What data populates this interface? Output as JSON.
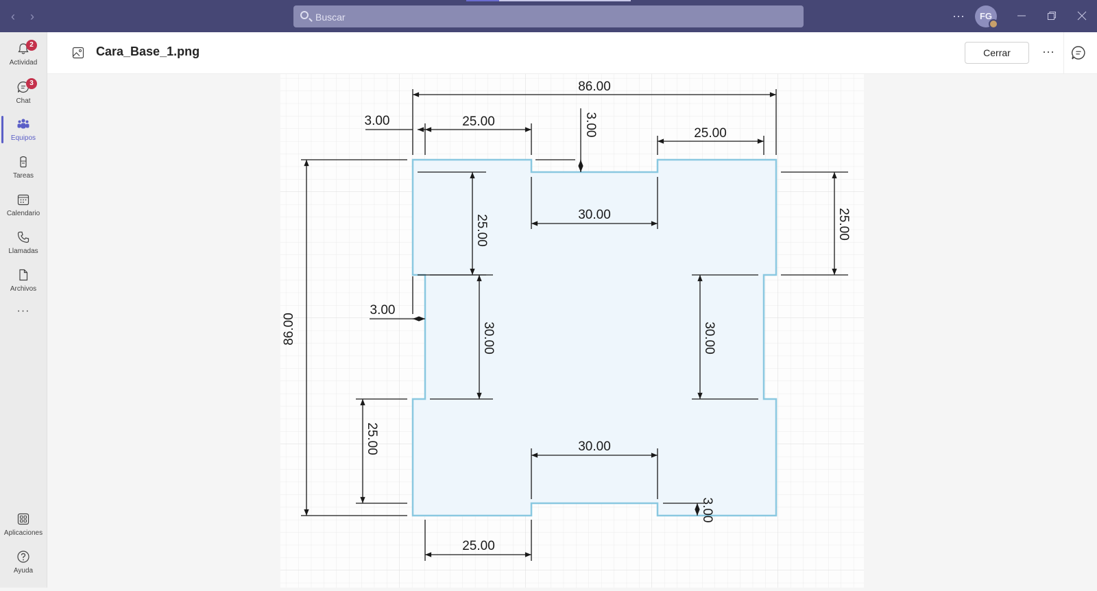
{
  "window": {
    "search_placeholder": "Buscar",
    "avatar_initials": "FG",
    "more_label": "···",
    "minimize_label": "—",
    "restore_label": "❐",
    "close_label": "✕"
  },
  "rail": {
    "items": [
      {
        "label": "Actividad",
        "icon": "bell-icon",
        "badge": "2"
      },
      {
        "label": "Chat",
        "icon": "chat-icon",
        "badge": "3"
      },
      {
        "label": "Equipos",
        "icon": "teams-icon",
        "active": true
      },
      {
        "label": "Tareas",
        "icon": "tasks-icon"
      },
      {
        "label": "Calendario",
        "icon": "calendar-icon"
      },
      {
        "label": "Llamadas",
        "icon": "phone-icon"
      },
      {
        "label": "Archivos",
        "icon": "file-icon"
      }
    ],
    "more_label": "···",
    "bottom": [
      {
        "label": "Aplicaciones",
        "icon": "apps-icon"
      },
      {
        "label": "Ayuda",
        "icon": "help-icon"
      }
    ]
  },
  "header": {
    "file_name": "Cara_Base_1.png",
    "close_button": "Cerrar",
    "more_label": "···"
  },
  "drawing": {
    "dimensions": {
      "overall_width": "86.00",
      "overall_height": "86.00",
      "top_inset_left": "3.00",
      "top_tab_left": "25.00",
      "top_notch_depth": "3.00",
      "top_tab_right": "25.00",
      "top_left_tab_height": "25.00",
      "top_notch_width": "30.00",
      "right_tab_height": "25.00",
      "left_inset": "3.00",
      "left_notch_height": "30.00",
      "right_notch_height": "30.00",
      "bottom_left_tab_height": "25.00",
      "bottom_notch_width": "30.00",
      "bottom_notch_depth": "3.00",
      "bottom_tab_left": "25.00"
    },
    "colors": {
      "outline": "#8ac8e0",
      "fill": "#eef6fc",
      "grid": "#e6e6e6",
      "dim": "#1a1a1a"
    }
  }
}
